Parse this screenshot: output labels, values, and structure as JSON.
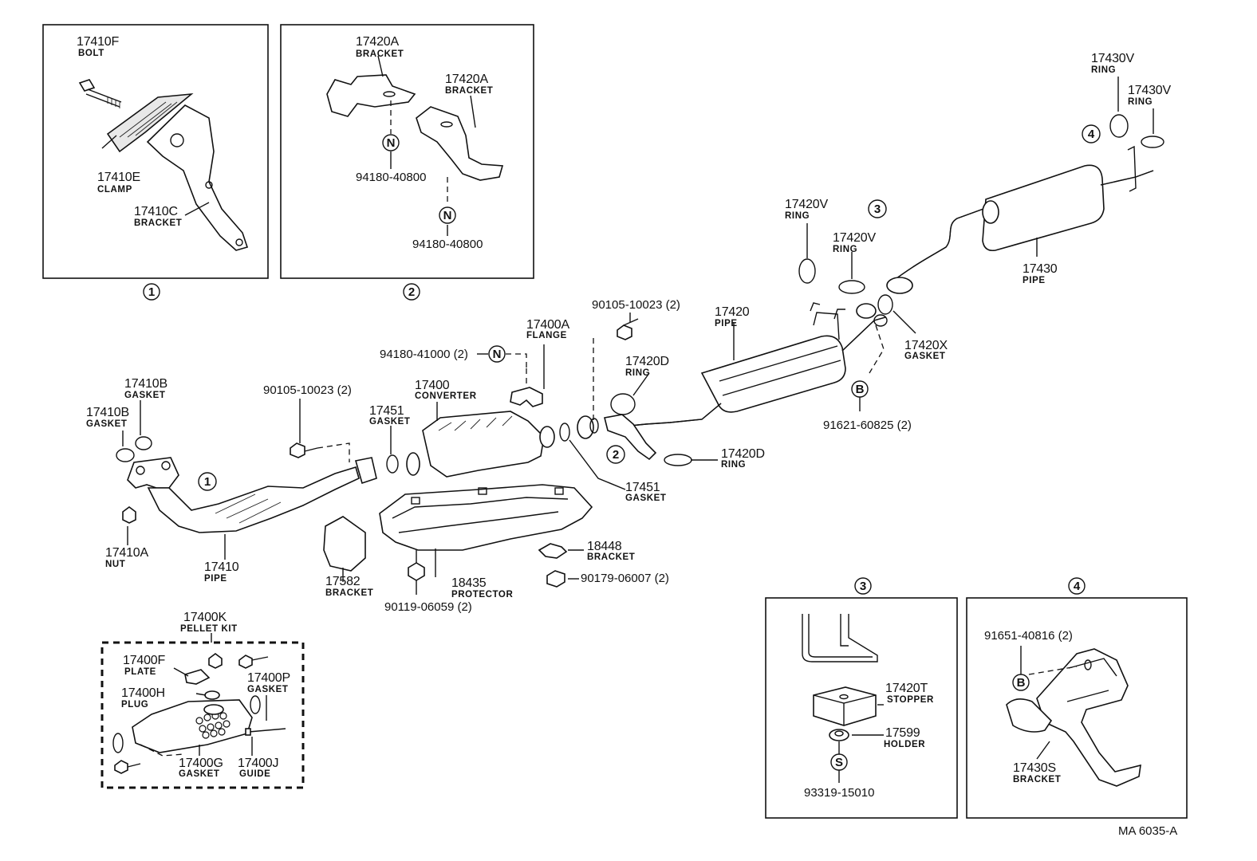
{
  "diagram_code": "MA  6035-A",
  "insets": {
    "inset1_marker": "1",
    "inset2_marker": "2",
    "inset3_marker": "3",
    "inset4_marker": "4"
  },
  "callouts": {
    "main1": "1",
    "main2": "2",
    "main3": "3",
    "main4": "4"
  },
  "fasteners": {
    "n1": "N",
    "n2": "N",
    "n3": "N",
    "b1": "B",
    "b2": "B",
    "s1": "S"
  },
  "labels": {
    "l17410F": {
      "pn": "17410F",
      "name": "BOLT"
    },
    "l17410E": {
      "pn": "17410E",
      "name": "CLAMP"
    },
    "l17410C": {
      "pn": "17410C",
      "name": "BRACKET"
    },
    "l17420A_1": {
      "pn": "17420A",
      "name": "BRACKET"
    },
    "l17420A_2": {
      "pn": "17420A",
      "name": "BRACKET"
    },
    "l94180_40800_1": {
      "pn": "94180-40800"
    },
    "l94180_40800_2": {
      "pn": "94180-40800"
    },
    "l17430V_1": {
      "pn": "17430V",
      "name": "RING"
    },
    "l17430V_2": {
      "pn": "17430V",
      "name": "RING"
    },
    "l17420V_1": {
      "pn": "17420V",
      "name": "RING"
    },
    "l17420V_2": {
      "pn": "17420V",
      "name": "RING"
    },
    "l17430": {
      "pn": "17430",
      "name": "PIPE"
    },
    "l17420": {
      "pn": "17420",
      "name": "PIPE"
    },
    "l17420X": {
      "pn": "17420X",
      "name": "GASKET"
    },
    "l91621": {
      "pn": "91621-60825 (2)"
    },
    "l90105_a": {
      "pn": "90105-10023 (2)"
    },
    "l90105_b": {
      "pn": "90105-10023 (2)"
    },
    "l17400A": {
      "pn": "17400A",
      "name": "FLANGE"
    },
    "l94180_41000": {
      "pn": "94180-41000 (2)"
    },
    "l17420D_1": {
      "pn": "17420D",
      "name": "RING"
    },
    "l17420D_2": {
      "pn": "17420D",
      "name": "RING"
    },
    "l17410B_1": {
      "pn": "17410B",
      "name": "GASKET"
    },
    "l17410B_2": {
      "pn": "17410B",
      "name": "GASKET"
    },
    "l17400": {
      "pn": "17400",
      "name": "CONVERTER"
    },
    "l17451_1": {
      "pn": "17451",
      "name": "GASKET"
    },
    "l17451_2": {
      "pn": "17451",
      "name": "GASKET"
    },
    "l17410A": {
      "pn": "17410A",
      "name": "NUT"
    },
    "l17410": {
      "pn": "17410",
      "name": "PIPE"
    },
    "l17582": {
      "pn": "17582",
      "name": "BRACKET"
    },
    "l18435": {
      "pn": "18435",
      "name": "PROTECTOR"
    },
    "l18448": {
      "pn": "18448",
      "name": "BRACKET"
    },
    "l90179": {
      "pn": "90179-06007 (2)"
    },
    "l90119": {
      "pn": "90119-06059 (2)"
    },
    "l17400K": {
      "pn": "17400K",
      "name": "PELLET KIT"
    },
    "l17400F": {
      "pn": "17400F",
      "name": "PLATE"
    },
    "l17400H": {
      "pn": "17400H",
      "name": "PLUG"
    },
    "l17400P": {
      "pn": "17400P",
      "name": "GASKET"
    },
    "l17400G": {
      "pn": "17400G",
      "name": "GASKET"
    },
    "l17400J": {
      "pn": "17400J",
      "name": "GUIDE"
    },
    "l17420T": {
      "pn": "17420T",
      "name": "STOPPER"
    },
    "l17599": {
      "pn": "17599",
      "name": "HOLDER"
    },
    "l93319": {
      "pn": "93319-15010"
    },
    "l91651": {
      "pn": "91651-40816 (2)"
    },
    "l17430S": {
      "pn": "17430S",
      "name": "BRACKET"
    }
  }
}
